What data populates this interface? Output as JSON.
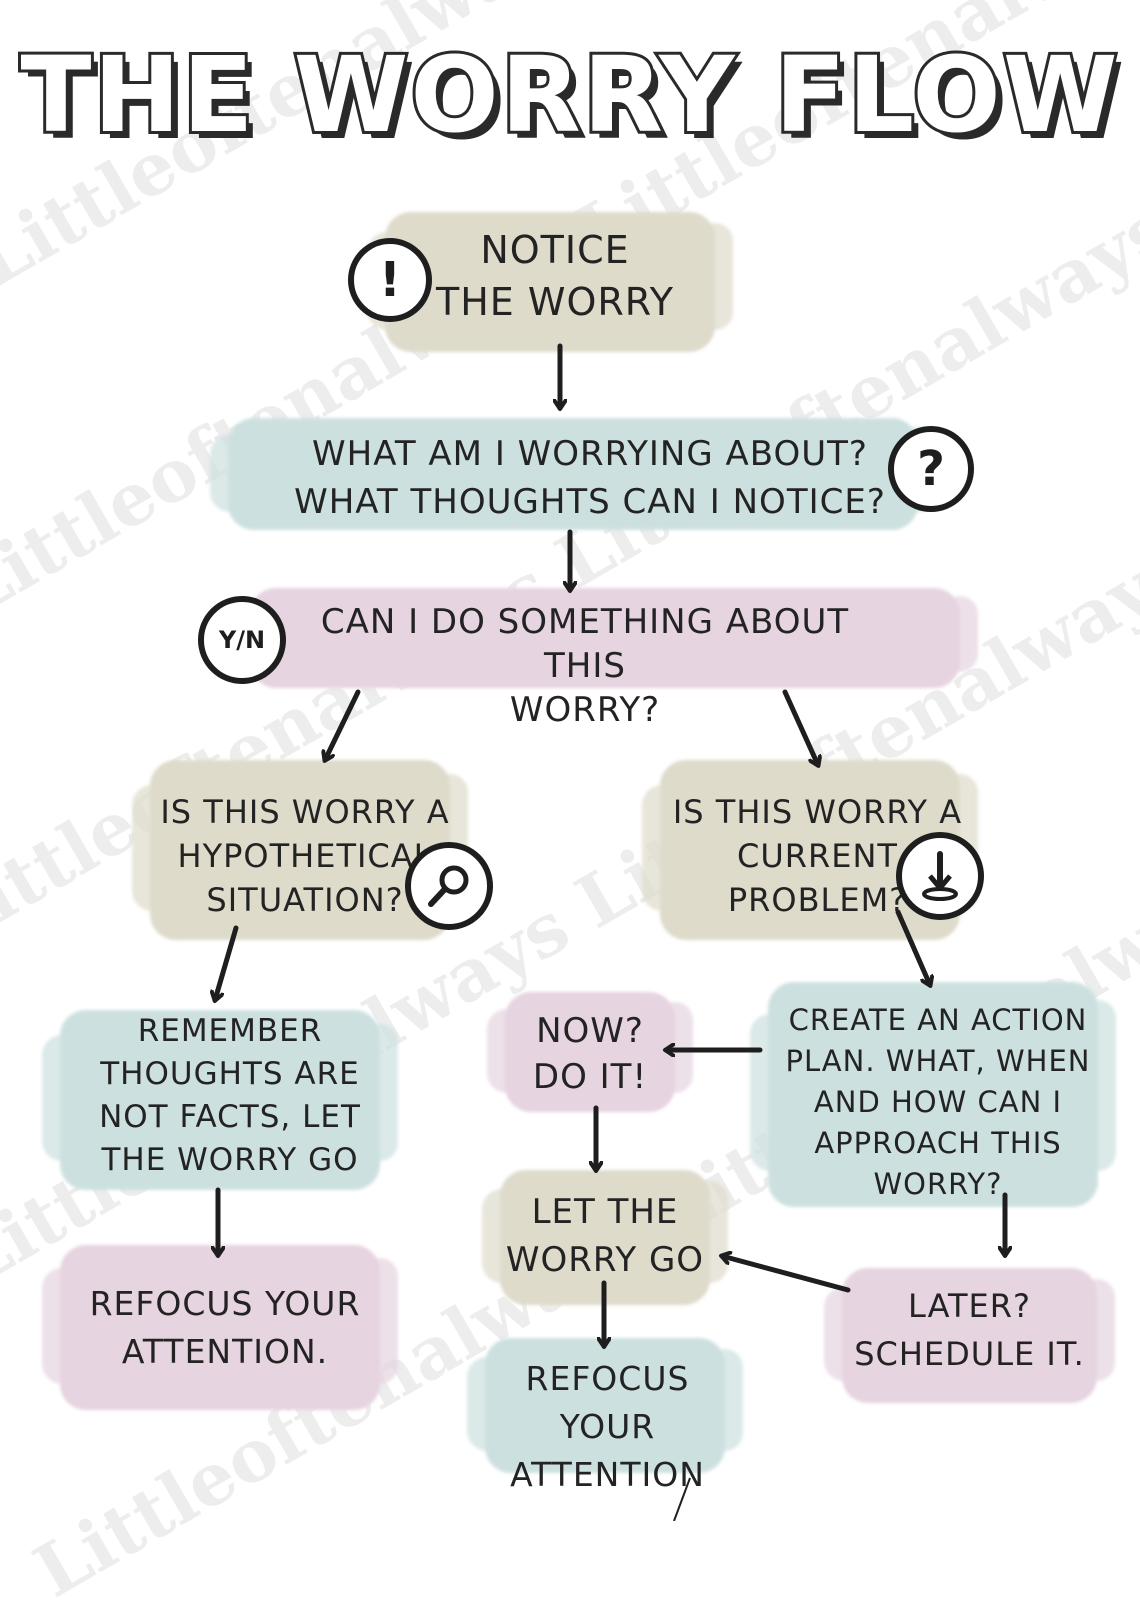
{
  "title": "THE WORRY FLOW",
  "nodes": {
    "notice": "NOTICE\nTHE WORRY",
    "what": "WHAT AM I WORRYING ABOUT?\nWHAT THOUGHTS CAN I NOTICE?",
    "can_i": "CAN I DO SOMETHING ABOUT THIS\nWORRY?",
    "hypothetical": "IS THIS WORRY A\nHYPOTHETICAL\nSITUATION?",
    "current": "IS THIS WORRY A\nCURRENT\nPROBLEM?",
    "remember": "REMEMBER\nTHOUGHTS ARE\nNOT FACTS, LET\nTHE WORRY GO",
    "refocus_left": "REFOCUS YOUR\nATTENTION.",
    "now": "NOW?\nDO IT!",
    "action_plan": "CREATE AN ACTION\nPLAN. WHAT, WHEN\nAND HOW CAN I\nAPPROACH THIS\nWORRY?",
    "let_go": "LET THE\nWORRY GO",
    "later": "LATER?\nSCHEDULE IT.",
    "refocus_bottom": "REFOCUS YOUR\nATTENTION"
  },
  "icons": {
    "notice": "!",
    "what": "?",
    "can_i": "Y/N",
    "hypothetical": "magnifier-icon",
    "current": "pin-down-icon"
  },
  "watermark": "Littleoftenalways",
  "colors": {
    "tan": "#dedbcb",
    "teal": "#cde0e0",
    "pink": "#e6d4e0",
    "ink": "#1e1e1e"
  }
}
